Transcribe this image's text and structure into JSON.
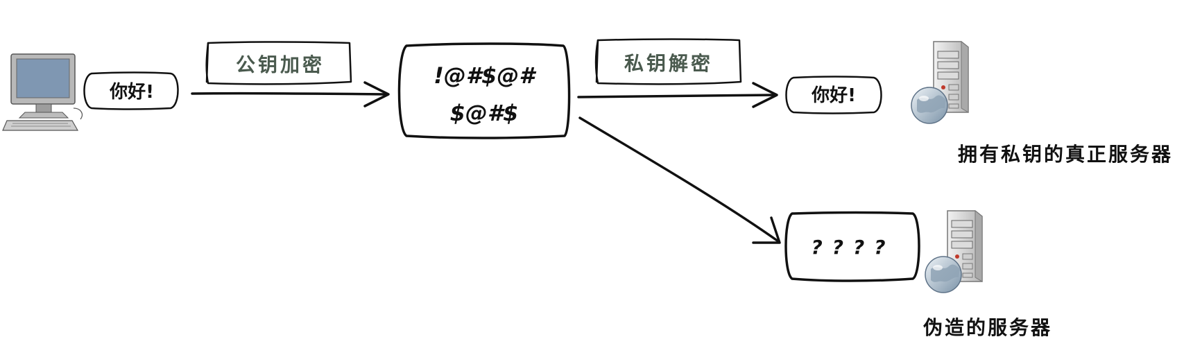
{
  "client_message": "你好!",
  "encrypt_label": "公钥加密",
  "ciphertext": {
    "line1": "!@#$@#",
    "line2": "$@#$"
  },
  "decrypt_label": "私钥解密",
  "decrypted_message": "你好!",
  "unknown_message": "????",
  "real_server_label": "拥有私钥的真正服务器",
  "fake_server_label": "伪造的服务器",
  "icons": {
    "client": "desktop-computer-icon",
    "server": "server-globe-icon"
  }
}
